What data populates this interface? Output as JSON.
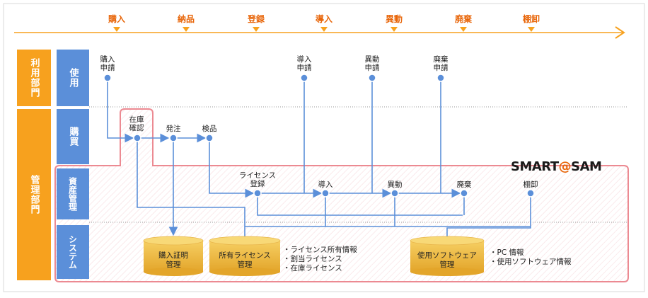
{
  "timeline": {
    "stages": [
      "購入",
      "納品",
      "登録",
      "導入",
      "異動",
      "廃棄",
      "棚卸"
    ]
  },
  "side": {
    "user_dept": "利用部門",
    "mgmt_dept": "管理部門"
  },
  "lanes": {
    "use": "使用",
    "purchase": "購買",
    "asset_mgmt": "資産管理",
    "system": "システム"
  },
  "nodes": {
    "purchase_request": "購入\n申請",
    "install_request": "導入\n申請",
    "transfer_request": "異動\n申請",
    "dispose_request": "廃棄\n申請",
    "stock_check": "在庫\n確認",
    "order": "発注",
    "inspection": "検品",
    "license_register": "ライセンス\n登録",
    "install": "導入",
    "transfer": "異動",
    "dispose": "廃棄",
    "inventory": "棚卸"
  },
  "databases": {
    "purchase_proof": "購入証明\n管理",
    "owned_license": "所有ライセンス\n管理",
    "used_software": "使用ソフトウェア\n管理"
  },
  "bullets": {
    "license": "・ライセンス所有情報\n・割当ライセンス\n・在庫ライセンス",
    "software": "・PC 情報\n・使用ソフトウェア情報"
  },
  "logo": {
    "part1": "SMART",
    "at": "@",
    "part2": "SAM"
  },
  "colors": {
    "orange": "#f7a11e",
    "blue": "#5b8fd9",
    "pink": "#ec8a92",
    "db": "#e9b43a"
  }
}
